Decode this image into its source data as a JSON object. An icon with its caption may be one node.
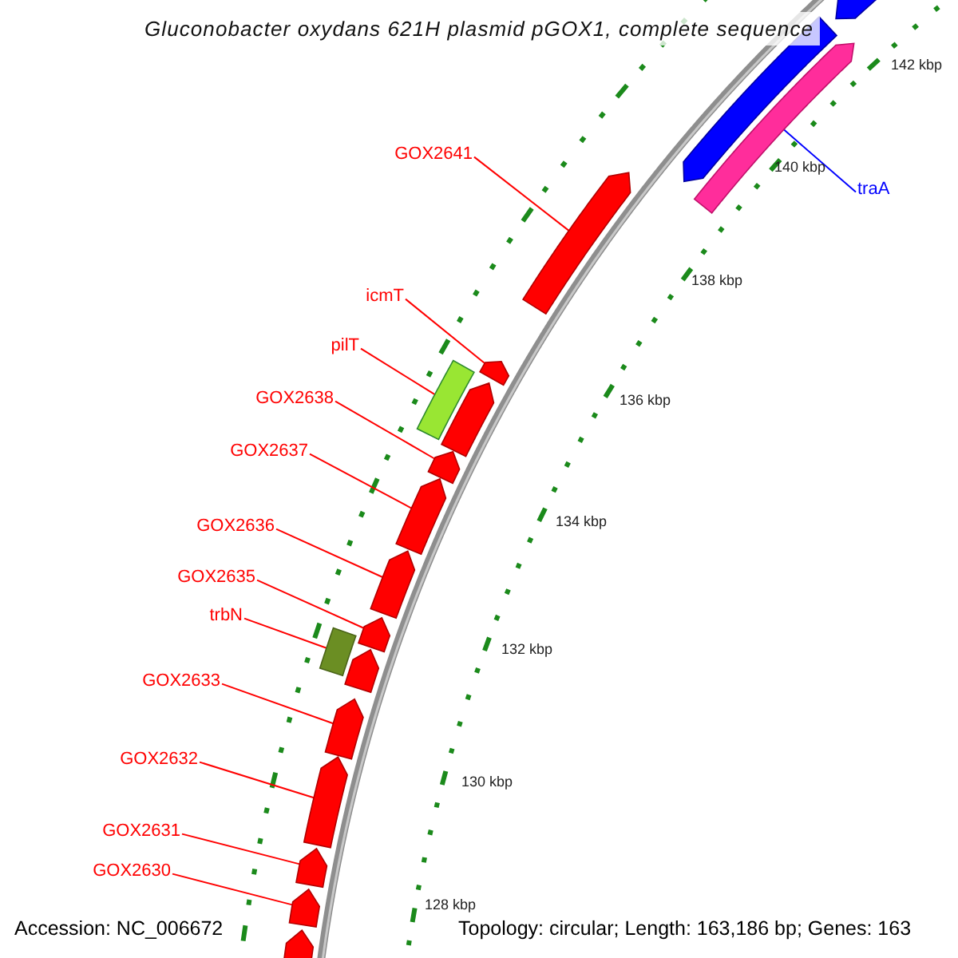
{
  "diagram": {
    "title": "Gluconobacter oxydans 621H plasmid pGOX1, complete sequence",
    "nodes": [
      {
        "text": [
          "GOX2641"
        ]
      },
      {
        "text": [
          "traA"
        ]
      },
      {
        "text": [
          "icmT"
        ]
      },
      {
        "text": [
          "pilT"
        ]
      },
      {
        "text": [
          "GOX2638"
        ]
      },
      {
        "text": [
          "GOX2637"
        ]
      },
      {
        "text": [
          "GOX2636"
        ]
      },
      {
        "text": [
          "GOX2635"
        ]
      },
      {
        "text": [
          "trbN"
        ]
      },
      {
        "text": [
          "GOX2633"
        ]
      },
      {
        "text": [
          "GOX2632"
        ]
      },
      {
        "text": [
          "GOX2631"
        ]
      },
      {
        "text": [
          "GOX2630"
        ]
      },
      {
        "text": [],
        "shape": "arrow"
      },
      {
        "text": [],
        "shape": "arrow"
      },
      {
        "text": [],
        "shape": "arrow"
      },
      {
        "text": [],
        "shape": "arrow"
      },
      {
        "text": [],
        "shape": "arrow"
      },
      {
        "text": [],
        "shape": "bar"
      },
      {
        "text": [],
        "shape": "arrow"
      },
      {
        "text": [],
        "shape": "arrow"
      },
      {
        "text": [],
        "shape": "arrow"
      },
      {
        "text": [],
        "shape": "arrow"
      },
      {
        "text": [],
        "shape": "arrow"
      },
      {
        "text": [],
        "shape": "bar"
      },
      {
        "text": [],
        "shape": "arrow"
      },
      {
        "text": [],
        "shape": "arrow"
      },
      {
        "text": [],
        "shape": "arrow"
      },
      {
        "text": [],
        "shape": "arrow"
      },
      {
        "text": [],
        "shape": "arrow"
      },
      {
        "text": [],
        "shape": "arrow"
      }
    ],
    "edges": [
      {
        "from": 0,
        "to": 16,
        "arrow": "none"
      },
      {
        "from": 1,
        "to": 15,
        "arrow": "none",
        "color": "#0000ff"
      },
      {
        "from": 2,
        "to": 17,
        "arrow": "none"
      },
      {
        "from": 3,
        "to": 18,
        "arrow": "none"
      },
      {
        "from": 4,
        "to": 20,
        "arrow": "none"
      },
      {
        "from": 5,
        "to": 21,
        "arrow": "none"
      },
      {
        "from": 6,
        "to": 22,
        "arrow": "none"
      },
      {
        "from": 7,
        "to": 23,
        "arrow": "none"
      },
      {
        "from": 8,
        "to": 24,
        "arrow": "none"
      },
      {
        "from": 9,
        "to": 26,
        "arrow": "none"
      },
      {
        "from": 10,
        "to": 27,
        "arrow": "none"
      },
      {
        "from": 11,
        "to": 28,
        "arrow": "none"
      },
      {
        "from": 12,
        "to": 29,
        "arrow": "none"
      }
    ],
    "labels": [
      "142 kbp",
      "140 kbp",
      "138 kbp",
      "136 kbp",
      "134 kbp",
      "132 kbp",
      "130 kbp",
      "128 kbp",
      "Accession: NC_006672",
      "Topology: circular; Length: 163,186 bp; Genes: 163"
    ]
  }
}
